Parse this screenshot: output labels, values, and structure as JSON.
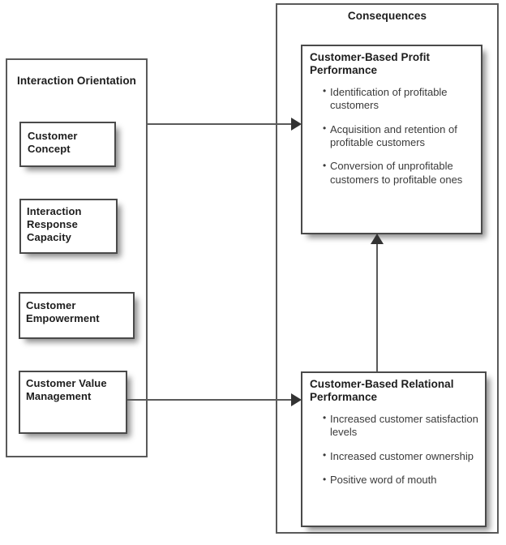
{
  "diagram": {
    "antecedents": {
      "group_title": "Interaction Orientation",
      "items": [
        {
          "label": "Customer Concept"
        },
        {
          "label": "Interaction Response Capacity"
        },
        {
          "label": "Customer Empowerment"
        },
        {
          "label": "Customer Value Management"
        }
      ]
    },
    "consequences": {
      "group_title": "Consequences",
      "outcomes": [
        {
          "title": "Customer-Based Profit Performance",
          "bullets": [
            "Identification of profitable customers",
            "Acquisition and retention of profitable customers",
            "Conversion of unprofitable customers to profitable ones"
          ]
        },
        {
          "title": "Customer-Based Relational Performance",
          "bullets": [
            "Increased customer satisfaction levels",
            "Increased customer ownership",
            "Positive word of mouth"
          ]
        }
      ]
    },
    "connectors": [
      {
        "name": "interaction-orientation-to-profit-performance",
        "kind": "arrow-right"
      },
      {
        "name": "interaction-orientation-to-relational-performance",
        "kind": "arrow-right"
      },
      {
        "name": "relational-performance-to-profit-performance",
        "kind": "arrow-up"
      }
    ],
    "colors": {
      "line": "#5a5a5a",
      "arrow": "#333333",
      "text": "#1d1d1d",
      "body_text": "#3a3a3a",
      "background": "#ffffff"
    }
  }
}
